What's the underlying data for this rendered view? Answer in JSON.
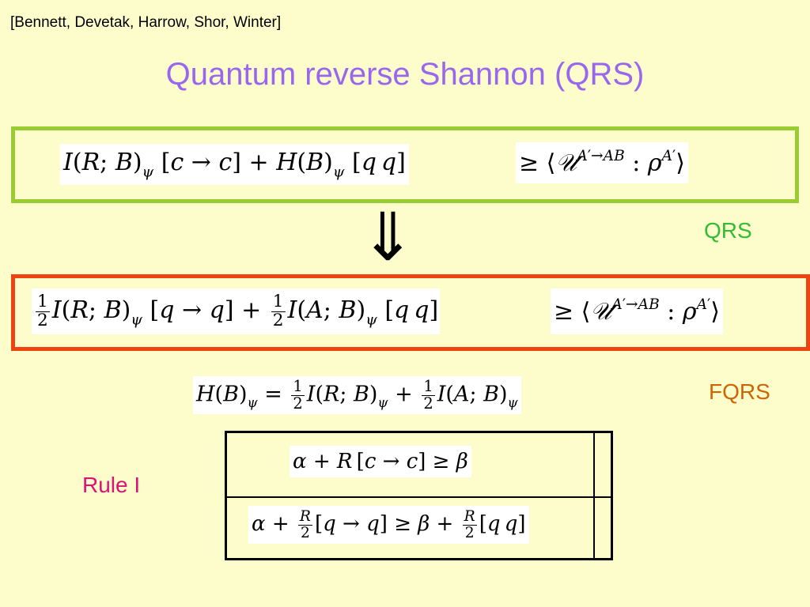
{
  "citation": "[Bennett, Devetak, Harrow, Shor, Winter]",
  "title": "Quantum reverse Shannon (QRS)",
  "labels": {
    "qrs": "QRS",
    "fqrs": "FQRS",
    "rule": "Rule I"
  },
  "arrow": "⇓",
  "colors": {
    "background": "#fdfdcb",
    "title": "#9966ee",
    "qrs_box_border": "#99cc33",
    "fqrs_box_border": "#ee4411",
    "qrs_label": "#33bb33",
    "fqrs_label": "#cc6600",
    "rule_label": "#dd1177"
  },
  "equations": {
    "qrs_lhs": "I(R;B)_ψ [c → c] + H(B)_ψ [q q]",
    "qrs_rhs": "≥ ⟨U^{A′→AB} : ρ^{A′}⟩",
    "fqrs_lhs": "½ I(R;B)_ψ [q → q] + ½ I(A;B)_ψ [q q]",
    "fqrs_rhs": "≥ ⟨U^{A′→AB} : ρ^{A′}⟩",
    "identity": "H(B)_ψ = ½ I(R;B)_ψ + ½ I(A;B)_ψ",
    "rule_row_1": "α + R [c → c] ≥ β",
    "rule_row_2": "α + R/2 [q → q] ≥ β + R/2 [q q]"
  }
}
